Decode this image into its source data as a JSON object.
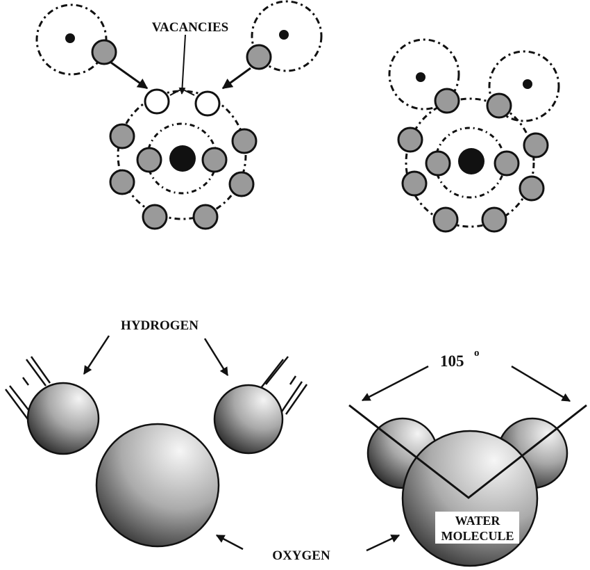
{
  "labels": {
    "vacancies": "VACANCIES",
    "hydrogen": "HYDROGEN",
    "oxygen": "OXYGEN",
    "angle_value": "105",
    "angle_unit": "o",
    "water_line1": "WATER",
    "water_line2": "MOLECULE"
  },
  "colors": {
    "electron_fill": "#9a9a9a",
    "nucleus_fill": "#111111",
    "vacancy_fill": "#ffffff",
    "stroke": "#111111"
  }
}
